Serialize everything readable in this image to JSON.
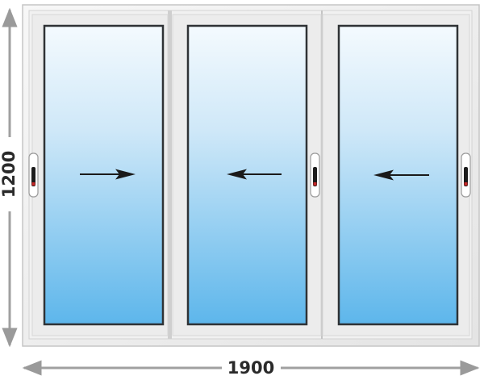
{
  "window": {
    "width_label": "1900",
    "height_label": "1200",
    "sashes": [
      {
        "id": "left",
        "slide_direction": "right"
      },
      {
        "id": "center",
        "slide_direction": "left"
      },
      {
        "id": "right",
        "slide_direction": "left"
      }
    ],
    "colors": {
      "frame": "#eeeeee",
      "frame_edge": "#c8c8c8",
      "glass_top": "#f4fafe",
      "glass_bottom": "#5db6eb",
      "arrow": "#1a1a1a",
      "handle_accent": "#c62828"
    }
  }
}
